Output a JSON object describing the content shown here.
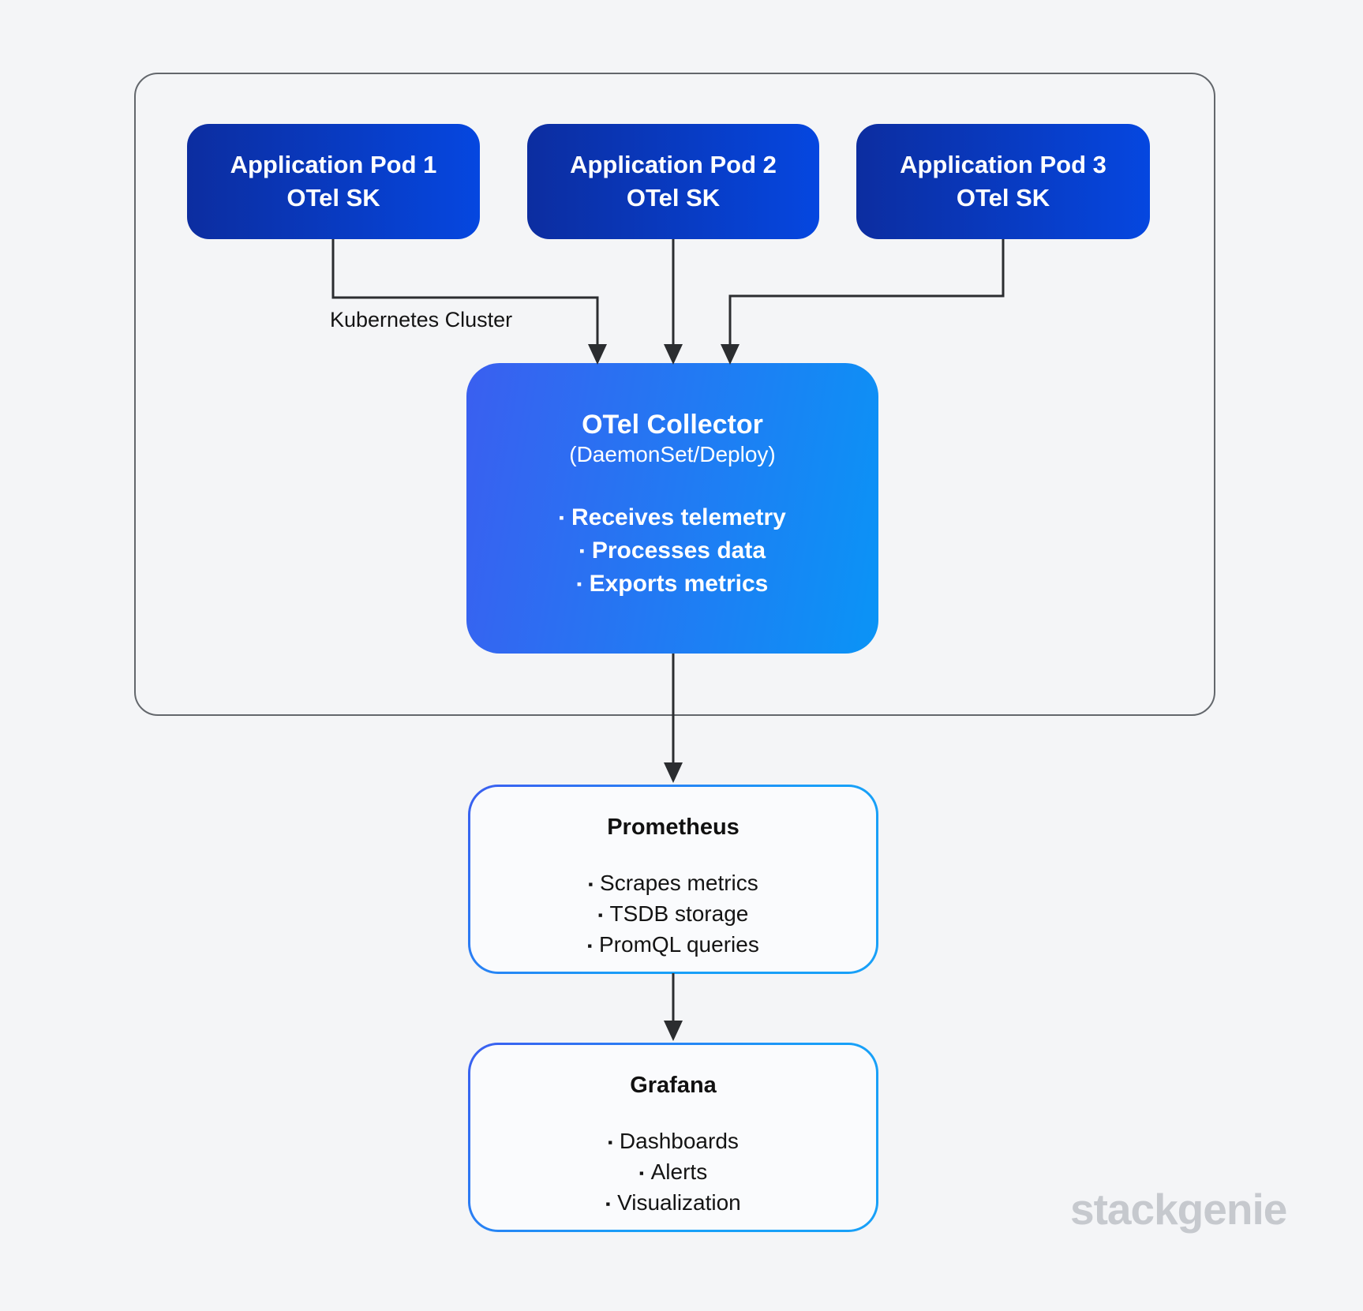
{
  "colors": {
    "page_bg": "#f4f5f7",
    "pod_gradient_start": "#0c2da0",
    "pod_gradient_end": "#0547e0",
    "collector_gradient_start": "#3a5ff0",
    "collector_gradient_end": "#0a94f6",
    "output_border_start": "#3b5ef0",
    "output_border_end": "#18a0f8",
    "cluster_border": "#63676c",
    "arrow": "#2b2d30",
    "watermark": "#c6c9ce"
  },
  "cluster": {
    "label": "Kubernetes Cluster",
    "pods": [
      {
        "title": "Application Pod 1",
        "subtitle": "OTel SK"
      },
      {
        "title": "Application Pod 2",
        "subtitle": "OTel SK"
      },
      {
        "title": "Application Pod 3",
        "subtitle": "OTel SK"
      }
    ],
    "collector": {
      "title": "OTel Collector",
      "subtitle": "(DaemonSet/Deploy)",
      "bullets": [
        "Receives telemetry",
        "Processes data",
        "Exports metrics"
      ]
    }
  },
  "prometheus": {
    "title": "Prometheus",
    "bullets": [
      "Scrapes metrics",
      "TSDB storage",
      "PromQL queries"
    ]
  },
  "grafana": {
    "title": "Grafana",
    "bullets": [
      "Dashboards",
      "Alerts",
      "Visualization"
    ]
  },
  "watermark": "stackgenie"
}
